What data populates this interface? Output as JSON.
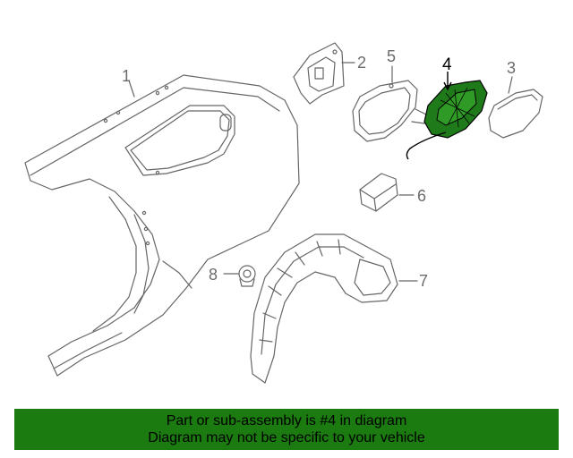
{
  "callouts": [
    {
      "id": "1",
      "label": "1"
    },
    {
      "id": "2",
      "label": "2"
    },
    {
      "id": "3",
      "label": "3"
    },
    {
      "id": "4",
      "label": "4"
    },
    {
      "id": "5",
      "label": "5"
    },
    {
      "id": "6",
      "label": "6"
    },
    {
      "id": "7",
      "label": "7"
    },
    {
      "id": "8",
      "label": "8"
    }
  ],
  "highlight_part": "4",
  "colors": {
    "line": "#666666",
    "highlight_fill": "#1f7a1a",
    "banner": "#1b7a10"
  },
  "banner": {
    "line1": "Part or sub-assembly is #4 in diagram",
    "line2": "Diagram may not be specific to your vehicle"
  }
}
